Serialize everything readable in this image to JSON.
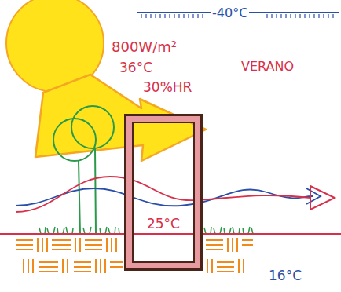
{
  "diagram": {
    "nodes": [
      {
        "text": [
          "25°C"
        ]
      }
    ],
    "labels": [
      "-40°C",
      "800W/m²",
      "36°C",
      "30%HR",
      "VERANO",
      "16°C"
    ]
  }
}
